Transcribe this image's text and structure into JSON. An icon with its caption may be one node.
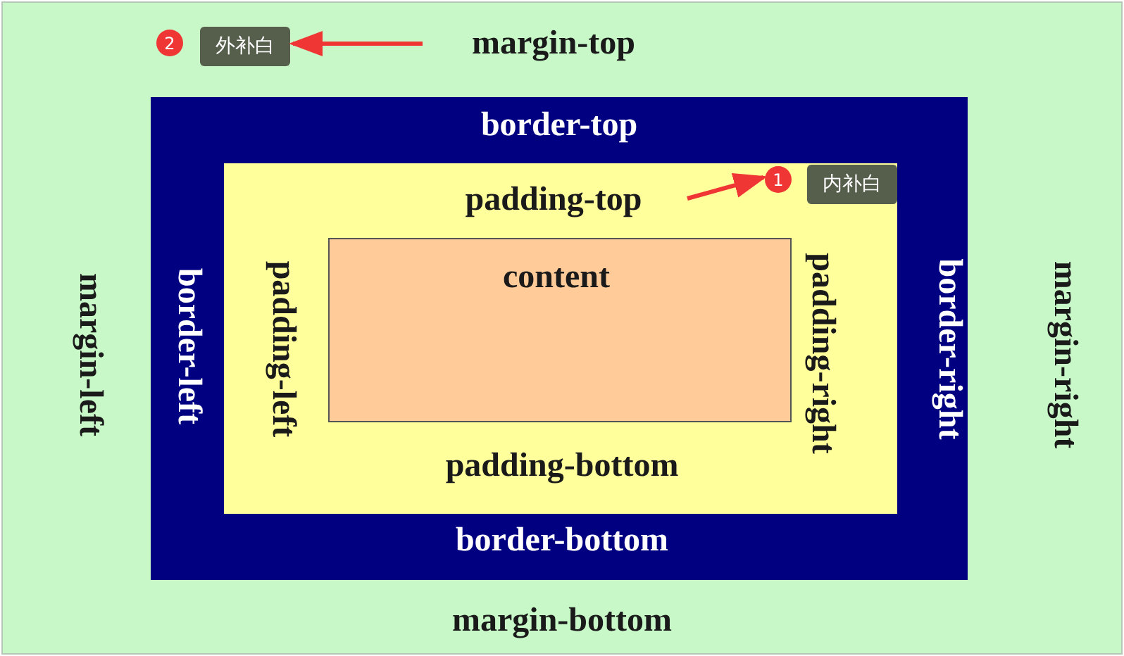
{
  "diagram": {
    "nodes": [
      {
        "text": [
          "margin-top",
          "margin-left",
          "margin-right",
          "margin-bottom"
        ]
      },
      {
        "text": [
          "border-top",
          "border-left",
          "border-right",
          "border-bottom"
        ],
        "in": 0
      },
      {
        "text": [
          "padding-top",
          "padding-left",
          "padding-right",
          "padding-bottom"
        ],
        "in": 1
      },
      {
        "text": [
          "content"
        ],
        "in": 2
      },
      {
        "text": [
          "外补白"
        ],
        "beside": [
          "2"
        ],
        "in": 0
      },
      {
        "text": [
          "内补白"
        ],
        "beside": [
          "1"
        ],
        "in": 2
      }
    ],
    "edges": [
      {
        "from": null,
        "to": 4,
        "arrow": "to"
      },
      {
        "from": null,
        "to": 5,
        "arrow": "to"
      }
    ]
  }
}
